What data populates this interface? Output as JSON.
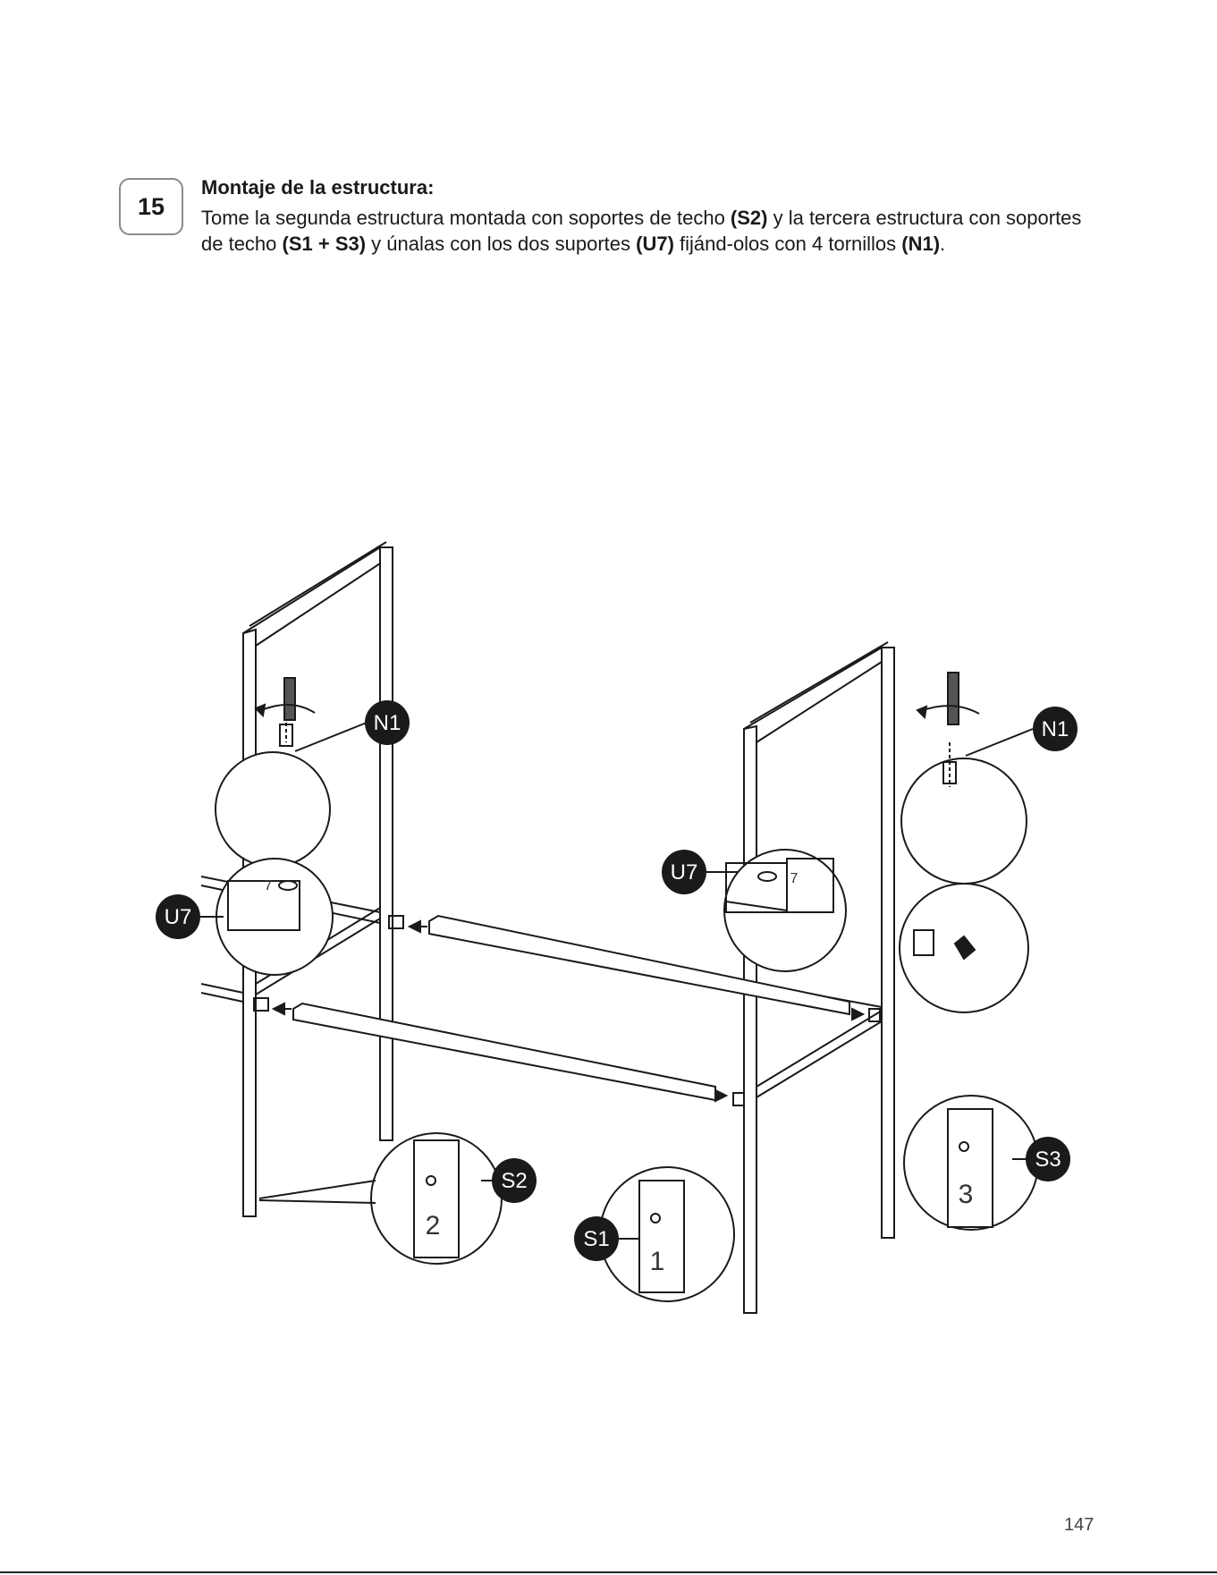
{
  "step": {
    "number": "15",
    "title": "Montaje de la estructura:",
    "body": {
      "t1": "Tome la segunda estructura montada con soportes de techo ",
      "b1": "(S2)",
      "t2": " y la tercera estructura con soportes de techo ",
      "b2": "(S1 + S3)",
      "t3": " y únalas con los dos suportes ",
      "b3": "(U7)",
      "t4": " fijánd-olos con 4 tornillos ",
      "b4": "(N1)",
      "t5": "."
    }
  },
  "diagram": {
    "callouts": {
      "n1_left": "N1",
      "n1_right": "N1",
      "u7_left": "U7",
      "u7_right": "U7",
      "s1": "S1",
      "s2": "S2",
      "s3": "S3"
    },
    "part_numbers": {
      "s1": "1",
      "s2": "2",
      "s3": "3",
      "u7_left": "7",
      "u7_right": "7"
    }
  },
  "page": {
    "number": "147"
  }
}
